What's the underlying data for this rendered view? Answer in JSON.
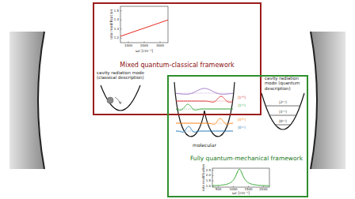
{
  "diagram": {
    "nodes": [
      {
        "text": [
          "Mixed quantum-classical framework"
        ]
      },
      {
        "text": [
          "Fully quantum-mechanical framework"
        ]
      }
    ],
    "labels": [
      "1.5",
      "1.4",
      "1.3",
      "1.2",
      "1000",
      "2000",
      "3000",
      "rate modification",
      "ωc [cm⁻¹]",
      "cavity radiation mode (classical description)",
      "molecular",
      "|0⁽ᴸ⁾⟩",
      "|0⁽ᴿ⁾⟩",
      "|1⁽ᴸ⁾⟩",
      "|1⁽ᴿ⁾⟩",
      "cavity radiation mode (quantum description)",
      "|2⁽ᶜ⁾⟩",
      "|1⁽ᶜ⁾⟩",
      "|0⁽ᶜ⁾⟩",
      "2.5",
      "2.0",
      "1.5",
      "1.0",
      "500",
      "1000",
      "1500",
      "2000",
      "rate modification",
      "ωc [cm⁻¹]"
    ]
  }
}
